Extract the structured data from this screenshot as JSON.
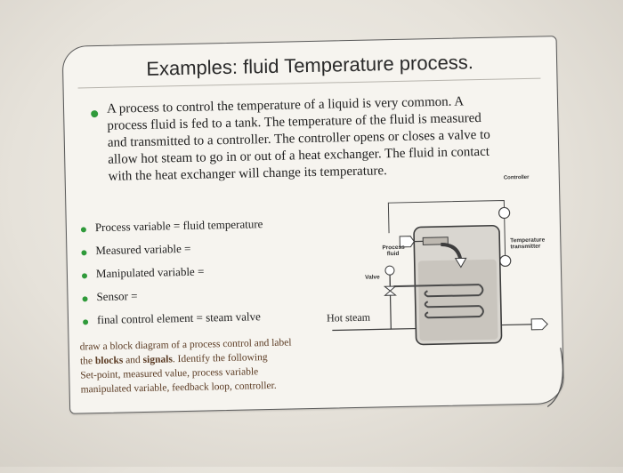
{
  "slide": {
    "title": "Examples: fluid Temperature process.",
    "paragraph": "A process to control the temperature of a liquid is very common. A process fluid is fed to a tank. The temperature of the fluid is measured and transmitted to a controller. The controller opens or closes a valve to allow hot steam to go in or out of a heat exchanger. The fluid in contact with the heat exchanger will change its temperature.",
    "variables": [
      "Process variable   = fluid temperature",
      "Measured variable  =",
      "Manipulated variable =",
      "Sensor =",
      "final control element = steam valve"
    ],
    "hot_steam": "Hot steam",
    "task_lines": {
      "l1": "draw a block diagram of a process control and label",
      "l2_pre": "the ",
      "l2_blocks": "blocks",
      "l2_mid": " and ",
      "l2_signals": "signals",
      "l2_post": ".  Identify the following",
      "l3": "Set-point, measured value, process variable",
      "l4": "manipulated variable,  feedback loop, controller."
    }
  },
  "diagram": {
    "controller_label": "Controller",
    "process_fluid_label_1": "Process",
    "process_fluid_label_2": "fluid",
    "temperature_transmitter_label_1": "Temperature",
    "temperature_transmitter_label_2": "transmitter",
    "valve_label": "Valve"
  },
  "colors": {
    "bullet": "#2f9a3a",
    "handwriting": "#5a3a22"
  }
}
